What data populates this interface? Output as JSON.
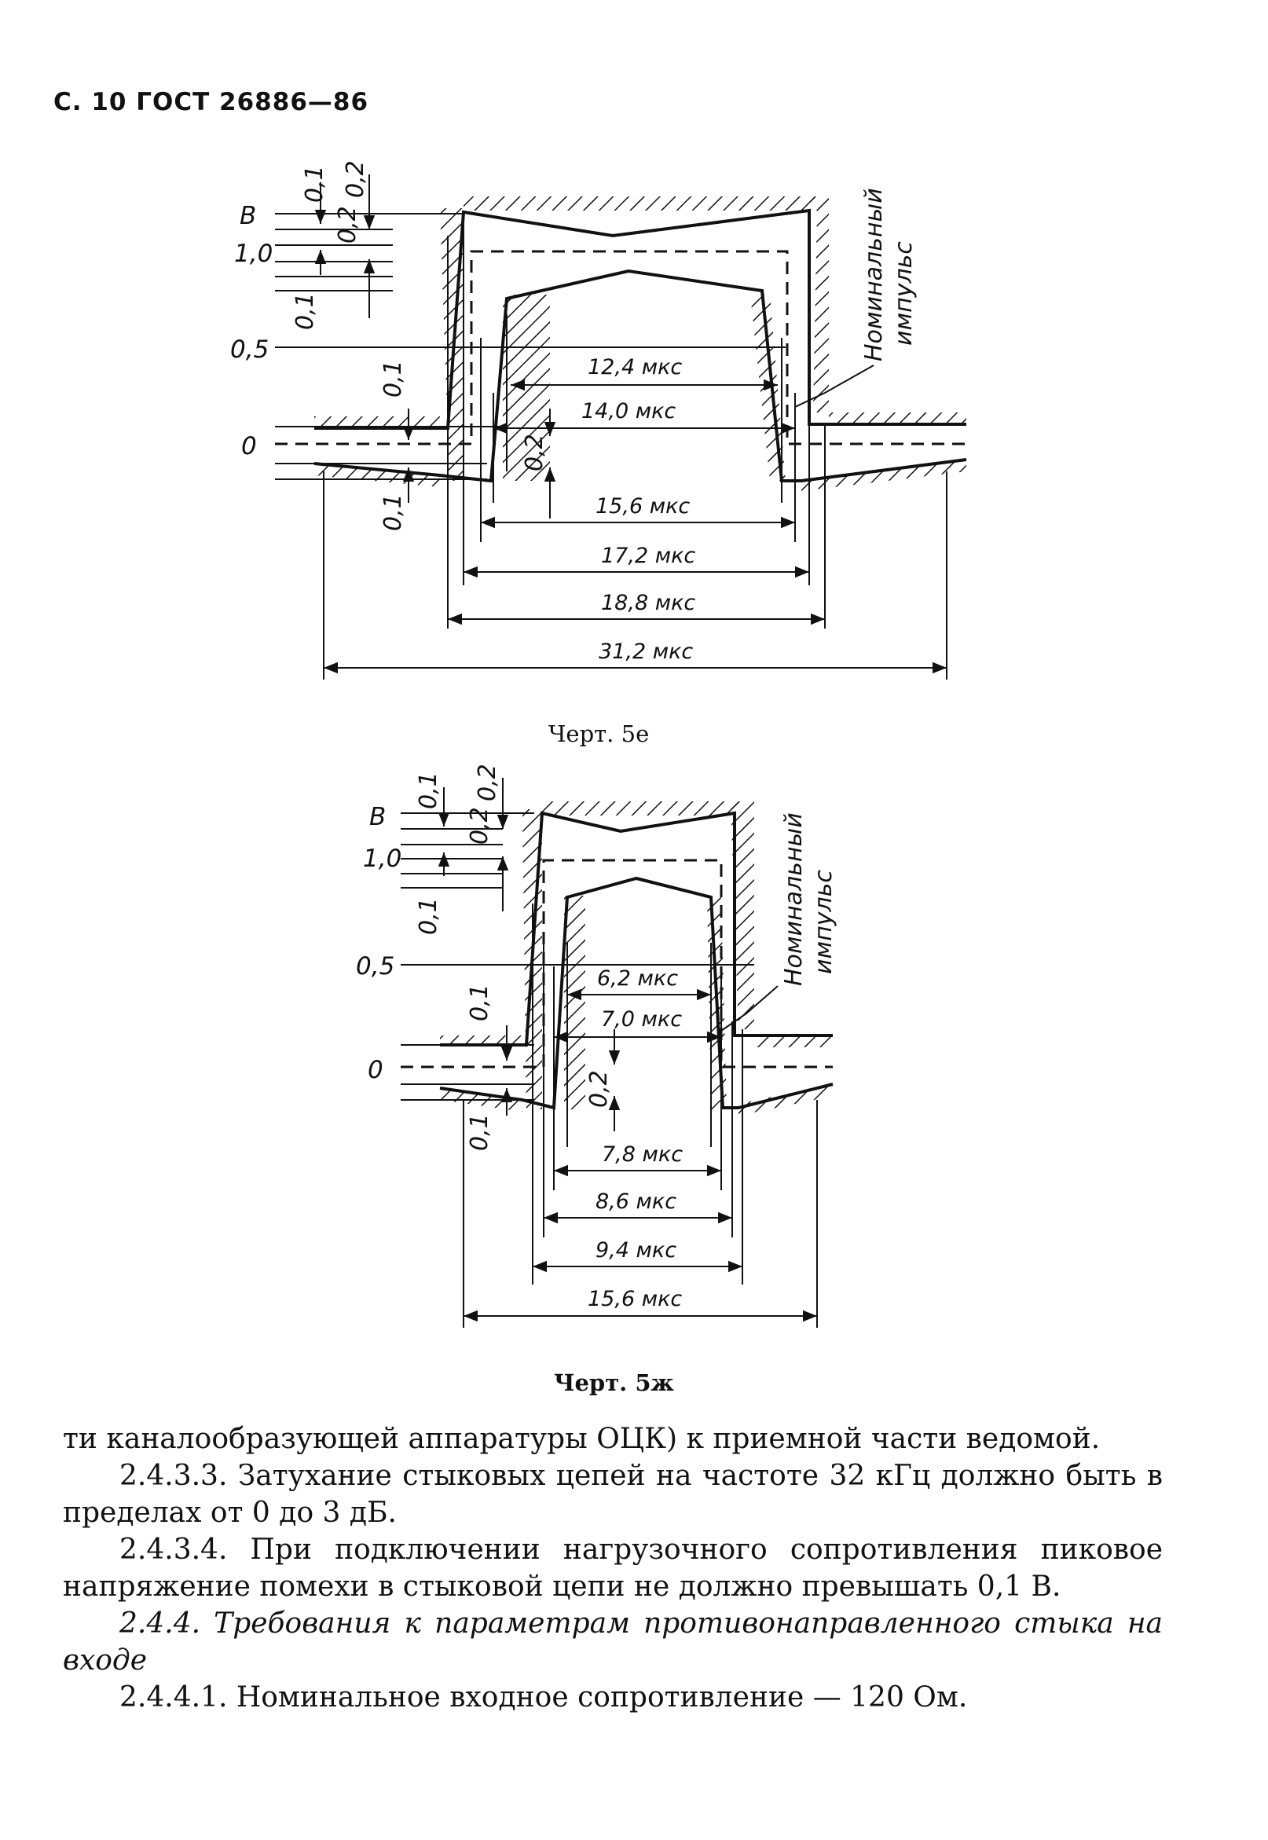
{
  "header": {
    "text": "С. 10 ГОСТ 26886—86"
  },
  "figure_e": {
    "axis": {
      "unit": "В",
      "v1": "1,0",
      "v05": "0,5",
      "v0": "0"
    },
    "tol": {
      "a": "0,1",
      "b": "0,2",
      "c": "0,2",
      "d": "0,1",
      "e": "0,1",
      "f": "0,2",
      "g": "0,1"
    },
    "dims": [
      "12,4 мкс",
      "14,0 мкс",
      "15,6 мкс",
      "17,2 мкс",
      "18,8 мкс",
      "31,2 мкс"
    ],
    "label": "Номинальный импульс",
    "label_l1": "Номинальный",
    "label_l2": "импульс",
    "caption": "Черт. 5е"
  },
  "figure_zh": {
    "axis": {
      "unit": "В",
      "v1": "1,0",
      "v05": "0,5",
      "v0": "0"
    },
    "tol": {
      "a": "0,1",
      "b": "0,2",
      "c": "0,2",
      "d": "0,1",
      "e": "0,1",
      "f": "0,2",
      "g": "0,1"
    },
    "dims": [
      "6,2 мкс",
      "7,0 мкс",
      "7,8 мкс",
      "8,6 мкс",
      "9,4 мкс",
      "15,6 мкс"
    ],
    "label_l1": "Номинальный",
    "label_l2": "импульс",
    "caption": "Черт. 5ж"
  },
  "body": {
    "p1": "ти каналообразующей аппаратуры ОЦК) к приемной части ведомой.",
    "p2": "2.4.3.3. Затухание стыковых цепей на частоте 32 кГц должно быть в пределах от 0 до 3 дБ.",
    "p3": "2.4.3.4. При подключении нагрузочного сопротивления пиковое напряжение помехи в стыковой цепи не должно превышать 0,1 В.",
    "p4": "2.4.4. Требования к параметрам противонаправленного стыка на входе",
    "p5": "2.4.4.1. Номинальное входное сопротивление — 120 Ом."
  }
}
